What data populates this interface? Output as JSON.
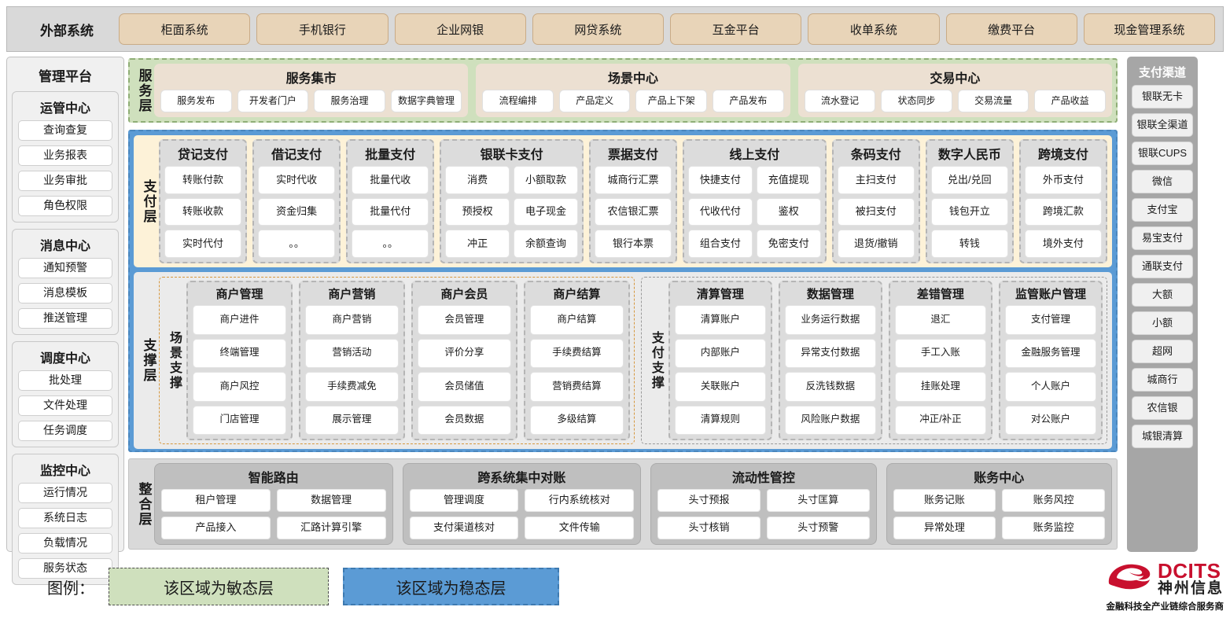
{
  "external": {
    "label": "外部系统",
    "items": [
      "柜面系统",
      "手机银行",
      "企业网银",
      "网贷系统",
      "互金平台",
      "收单系统",
      "缴费平台",
      "现金管理系统"
    ]
  },
  "management": {
    "title": "管理平台",
    "groups": [
      {
        "title": "运管中心",
        "items": [
          "查询查复",
          "业务报表",
          "业务审批",
          "角色权限"
        ]
      },
      {
        "title": "消息中心",
        "items": [
          "通知预警",
          "消息模板",
          "推送管理"
        ]
      },
      {
        "title": "调度中心",
        "items": [
          "批处理",
          "文件处理",
          "任务调度"
        ]
      },
      {
        "title": "监控中心",
        "items": [
          "运行情况",
          "系统日志",
          "负载情况",
          "服务状态"
        ]
      }
    ]
  },
  "channels": {
    "title": "支付渠道",
    "items": [
      "银联无卡",
      "银联全渠道",
      "银联CUPS",
      "微信",
      "支付宝",
      "易宝支付",
      "通联支付",
      "大额",
      "小额",
      "超网",
      "城商行",
      "农信银",
      "城银清算"
    ]
  },
  "service_layer": {
    "label": "服务层",
    "groups": [
      {
        "title": "服务集市",
        "items": [
          "服务发布",
          "开发者门户",
          "服务治理",
          "数据字典管理"
        ]
      },
      {
        "title": "场景中心",
        "items": [
          "流程编排",
          "产品定义",
          "产品上下架",
          "产品发布"
        ]
      },
      {
        "title": "交易中心",
        "items": [
          "流水登记",
          "状态同步",
          "交易流量",
          "产品收益"
        ]
      }
    ]
  },
  "pay_layer": {
    "label": "支付层",
    "groups": [
      {
        "title": "贷记支付",
        "cols": 1,
        "items": [
          "转账付款",
          "转账收款",
          "实时代付"
        ]
      },
      {
        "title": "借记支付",
        "cols": 1,
        "items": [
          "实时代收",
          "资金归集",
          "。。"
        ]
      },
      {
        "title": "批量支付",
        "cols": 1,
        "items": [
          "批量代收",
          "批量代付",
          "。。"
        ]
      },
      {
        "title": "银联卡支付",
        "cols": 2,
        "items": [
          "消费",
          "小额取款",
          "预授权",
          "电子现金",
          "冲正",
          "余额查询"
        ]
      },
      {
        "title": "票据支付",
        "cols": 1,
        "items": [
          "城商行汇票",
          "农信银汇票",
          "银行本票"
        ]
      },
      {
        "title": "线上支付",
        "cols": 2,
        "items": [
          "快捷支付",
          "充值提现",
          "代收代付",
          "鉴权",
          "组合支付",
          "免密支付"
        ]
      },
      {
        "title": "条码支付",
        "cols": 1,
        "items": [
          "主扫支付",
          "被扫支付",
          "退货/撤销"
        ]
      },
      {
        "title": "数字人民币",
        "cols": 1,
        "items": [
          "兑出/兑回",
          "钱包开立",
          "转钱"
        ]
      },
      {
        "title": "跨境支付",
        "cols": 1,
        "items": [
          "外币支付",
          "跨境汇款",
          "境外支付"
        ]
      }
    ]
  },
  "support_layer": {
    "label": "支撑层",
    "zones": [
      {
        "label": "场景支撑",
        "groups": [
          {
            "title": "商户管理",
            "items": [
              "商户进件",
              "终端管理",
              "商户风控",
              "门店管理"
            ]
          },
          {
            "title": "商户营销",
            "items": [
              "商户营销",
              "营销活动",
              "手续费减免",
              "展示管理"
            ]
          },
          {
            "title": "商户会员",
            "items": [
              "会员管理",
              "评价分享",
              "会员储值",
              "会员数据"
            ]
          },
          {
            "title": "商户结算",
            "items": [
              "商户结算",
              "手续费结算",
              "营销费结算",
              "多级结算"
            ]
          }
        ]
      },
      {
        "label": "支付支撑",
        "groups": [
          {
            "title": "清算管理",
            "items": [
              "清算账户",
              "内部账户",
              "关联账户",
              "清算规则"
            ]
          },
          {
            "title": "数据管理",
            "items": [
              "业务运行数据",
              "异常支付数据",
              "反洗钱数据",
              "风险账户数据"
            ]
          },
          {
            "title": "差错管理",
            "items": [
              "退汇",
              "手工入账",
              "挂账处理",
              "冲正/补正"
            ]
          },
          {
            "title": "监管账户管理",
            "items": [
              "支付管理",
              "金融服务管理",
              "个人账户",
              "对公账户"
            ]
          }
        ]
      }
    ]
  },
  "integration_layer": {
    "label": "整合层",
    "groups": [
      {
        "title": "智能路由",
        "items": [
          "租户管理",
          "数据管理",
          "产品接入",
          "汇路计算引擎"
        ]
      },
      {
        "title": "跨系统集中对账",
        "items": [
          "管理调度",
          "行内系统核对",
          "支付渠道核对",
          "文件传输"
        ]
      },
      {
        "title": "流动性管控",
        "items": [
          "头寸预报",
          "头寸匡算",
          "头寸核销",
          "头寸预警"
        ]
      },
      {
        "title": "账务中心",
        "items": [
          "账务记账",
          "账务风控",
          "异常处理",
          "账务监控"
        ]
      }
    ]
  },
  "legend": {
    "label": "图例：",
    "agile": "该区域为敏态层",
    "stable": "该区域为稳态层",
    "agile_color": "#cfe0bd",
    "stable_color": "#5b9bd5"
  },
  "logo": {
    "en": "DCITS",
    "cn": "神州信息",
    "tagline": "金融科技全产业链综合服务商",
    "brand_color": "#c8102e"
  }
}
